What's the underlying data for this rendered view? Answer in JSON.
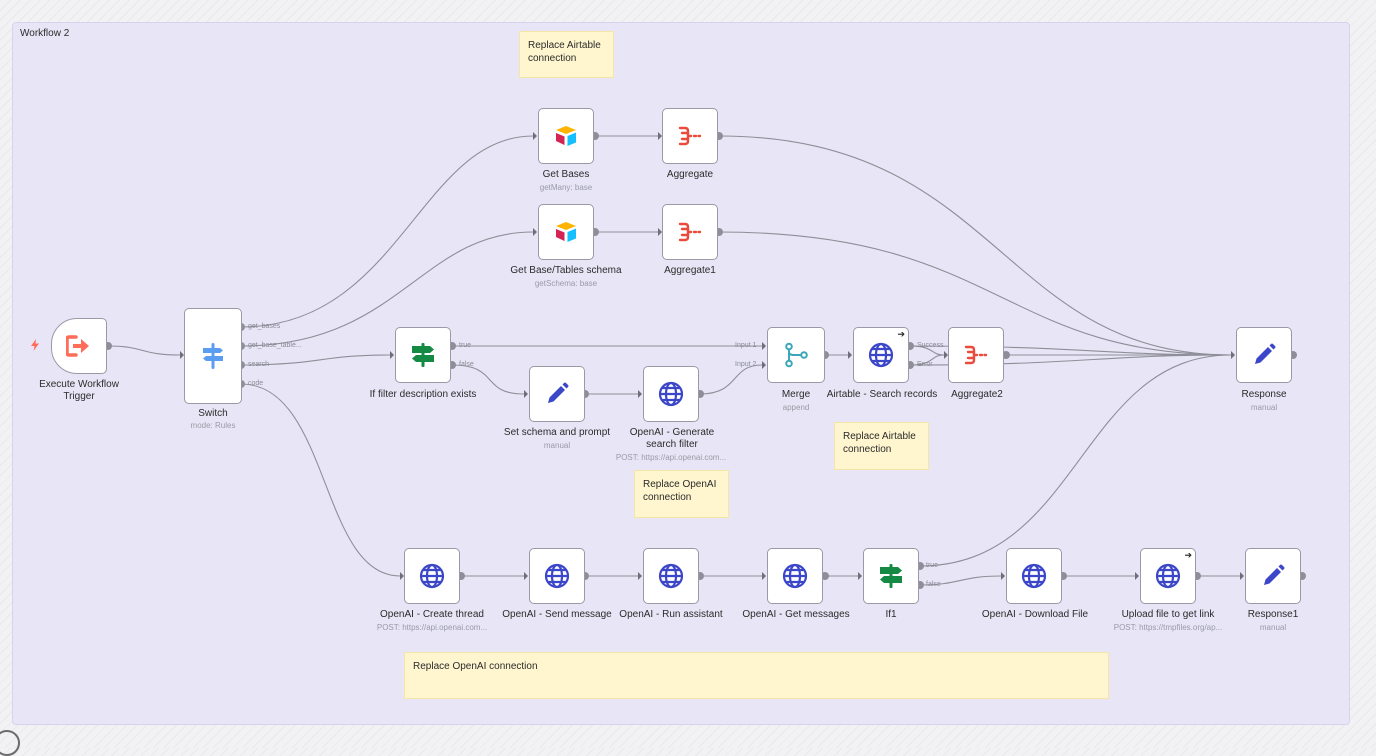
{
  "group": {
    "title": "Workflow 2"
  },
  "nodes": {
    "trigger": {
      "label": "Execute Workflow Trigger"
    },
    "switch": {
      "label": "Switch",
      "sub": "mode: Rules",
      "outputs": [
        "get_bases",
        "get_base_table...",
        "search",
        "code"
      ]
    },
    "get_bases": {
      "label": "Get Bases",
      "sub": "getMany: base"
    },
    "aggregate": {
      "label": "Aggregate"
    },
    "get_schema": {
      "label": "Get Base/Tables schema",
      "sub": "getSchema: base"
    },
    "aggregate1": {
      "label": "Aggregate1"
    },
    "if_filter": {
      "label": "If filter description exists",
      "outputs": [
        "true",
        "false"
      ]
    },
    "set_schema": {
      "label": "Set schema and prompt",
      "sub": "manual"
    },
    "openai_filter": {
      "label": "OpenAI - Generate search filter",
      "sub": "POST: https://api.openai.com..."
    },
    "merge": {
      "label": "Merge",
      "sub": "append",
      "inputs": [
        "Input 1",
        "Input 2"
      ]
    },
    "airtable_search": {
      "label": "Airtable - Search records",
      "outputs": [
        "Success",
        "Error"
      ]
    },
    "aggregate2": {
      "label": "Aggregate2"
    },
    "response": {
      "label": "Response",
      "sub": "manual"
    },
    "create_thread": {
      "label": "OpenAI - Create thread",
      "sub": "POST: https://api.openai.com..."
    },
    "send_message": {
      "label": "OpenAI - Send message"
    },
    "run_assistant": {
      "label": "OpenAI - Run assistant"
    },
    "get_messages": {
      "label": "OpenAI - Get messages"
    },
    "if1": {
      "label": "If1",
      "outputs": [
        "true",
        "false"
      ]
    },
    "download_file": {
      "label": "OpenAI - Download File"
    },
    "upload_file": {
      "label": "Upload file to get link",
      "sub": "POST: https://tmpfiles.org/ap..."
    },
    "response1": {
      "label": "Response1",
      "sub": "manual"
    }
  },
  "stickies": {
    "airtable_top": "Replace Airtable connection",
    "airtable_mid": "Replace Airtable connection",
    "openai_mid": "Replace OpenAI connection",
    "openai_bottom": "Replace OpenAI connection"
  },
  "colors": {
    "edge": "#8e8e98",
    "trigger_icon": "#ff6d5a",
    "switch_icon": "#5b9df0",
    "if_icon": "#158a45",
    "aggregate_icon": "#ea4b3c",
    "http_icon": "#3b46c9",
    "set_icon": "#3b46c9",
    "merge_icon": "#3aa6b9",
    "sticky_bg": "#fff6cf",
    "group_bg": "#e8e6f6"
  },
  "icons": {
    "trigger": "arrow-right-from-bracket-icon",
    "switch": "signpost-icon",
    "airtable": "airtable-logo-icon",
    "aggregate": "aggregate-icon",
    "if": "signs-icon",
    "set": "pen-icon",
    "http": "globe-icon",
    "merge": "merge-icon"
  }
}
